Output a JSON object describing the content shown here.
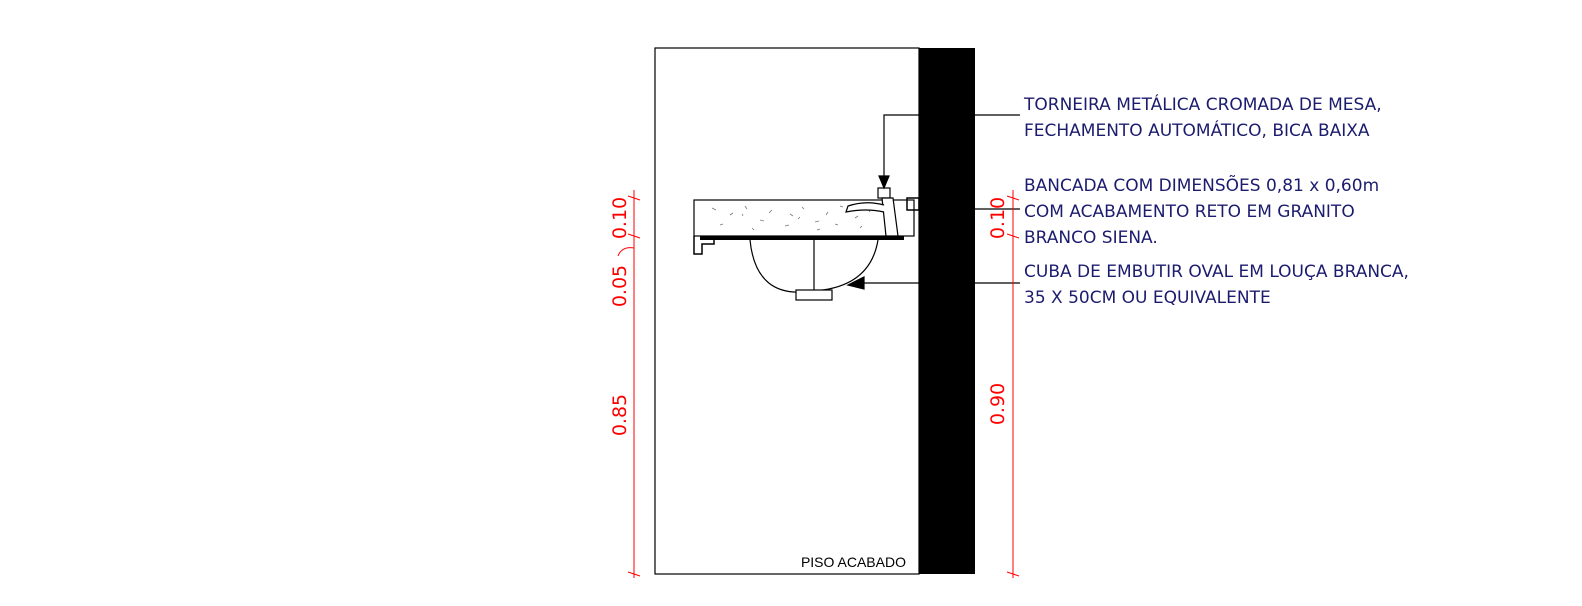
{
  "notes": {
    "torneira": {
      "line1": "TORNEIRA METÁLICA CROMADA DE MESA,",
      "line2": "FECHAMENTO AUTOMÁTICO, BICA BAIXA"
    },
    "bancada": {
      "line1": "BANCADA COM DIMENSÕES 0,81 x 0,60m",
      "line2": "COM ACABAMENTO RETO EM GRANITO",
      "line3": "BRANCO SIENA."
    },
    "cuba": {
      "line1": "CUBA DE EMBUTIR OVAL EM LOUÇA BRANCA,",
      "line2": "35 X 50CM OU EQUIVALENTE"
    }
  },
  "floor_label": "PISO ACABADO",
  "dimensions": {
    "left": [
      "0.10",
      "0.05",
      "0.85"
    ],
    "right": [
      "0.10",
      "0.90"
    ]
  },
  "colors": {
    "dimension": "#ff0000",
    "note_text": "#1c1c6e",
    "wall": "#000000"
  }
}
